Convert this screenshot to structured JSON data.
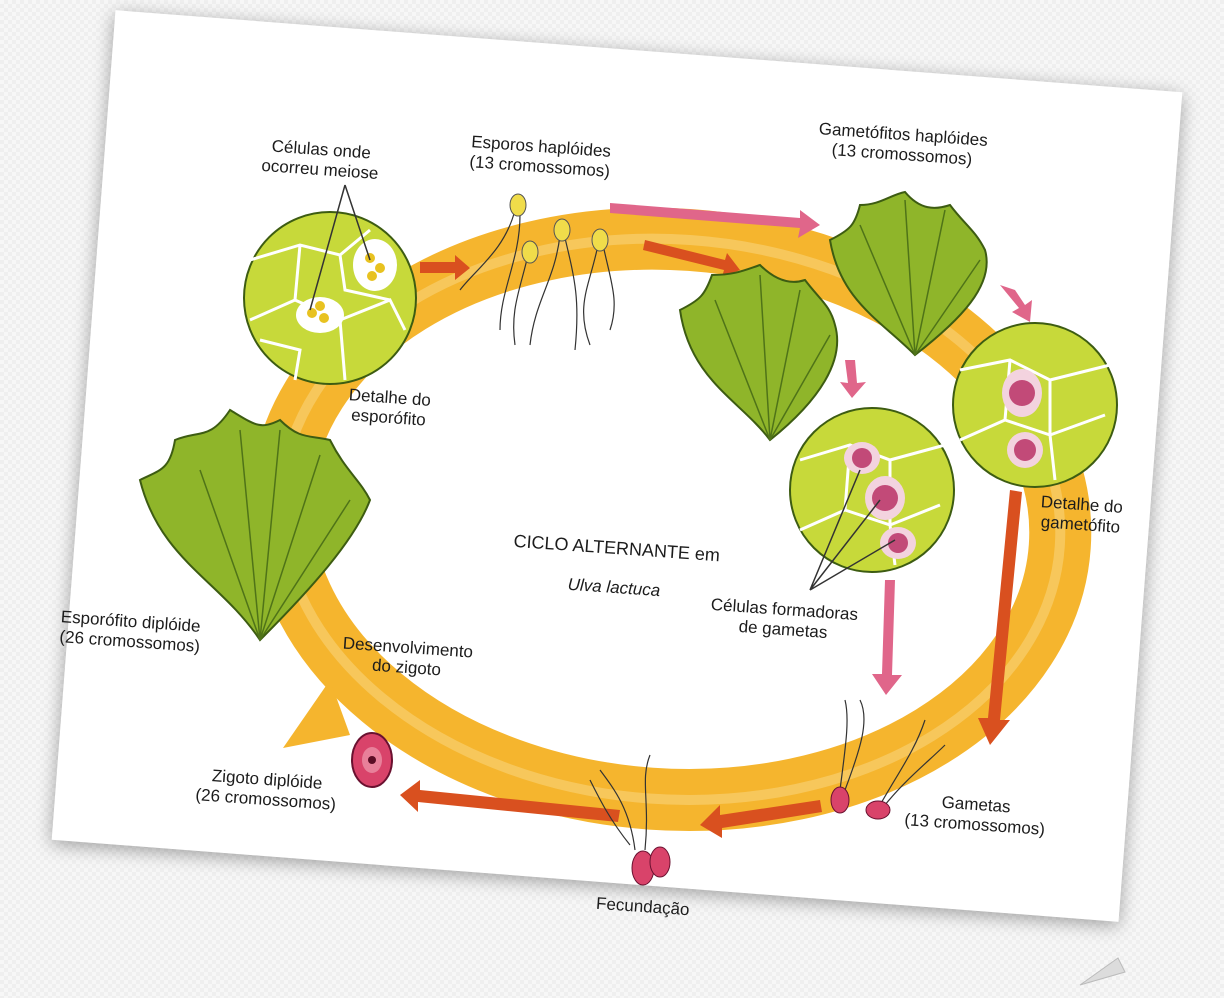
{
  "diagram": {
    "title": "CICLO ALTERNANTE em",
    "species": "Ulva lactuca",
    "labels": {
      "celulas_meiose": "Células onde\nocorreu meiose",
      "esporos": "Esporos haplóides\n(13 cromossomos)",
      "gametofitos": "Gametófitos haplóides\n(13 cromossomos)",
      "detalhe_esporofito": "Detalhe do\nesporófito",
      "detalhe_gametofito": "Detalhe do\ngametófito",
      "celulas_gametas": "Células formadoras\nde gametas",
      "esporofito": "Esporófito diplóide\n(26 cromossomos)",
      "desenvolvimento": "Desenvolvimento\ndo zigoto",
      "zigoto": "Zigoto diplóide\n(26 cromossomos)",
      "gametas": "Gametas\n(13 cromossomos)",
      "fecundacao": "Fecundação"
    },
    "colors": {
      "cycle_band": "#f5b52e",
      "band_light": "#f8d47a",
      "arrow_red": "#d9501f",
      "arrow_pink": "#e0668a",
      "thallus": "#8fb52a",
      "cell": "#c7d93a",
      "zygote": "#d9436a"
    }
  }
}
